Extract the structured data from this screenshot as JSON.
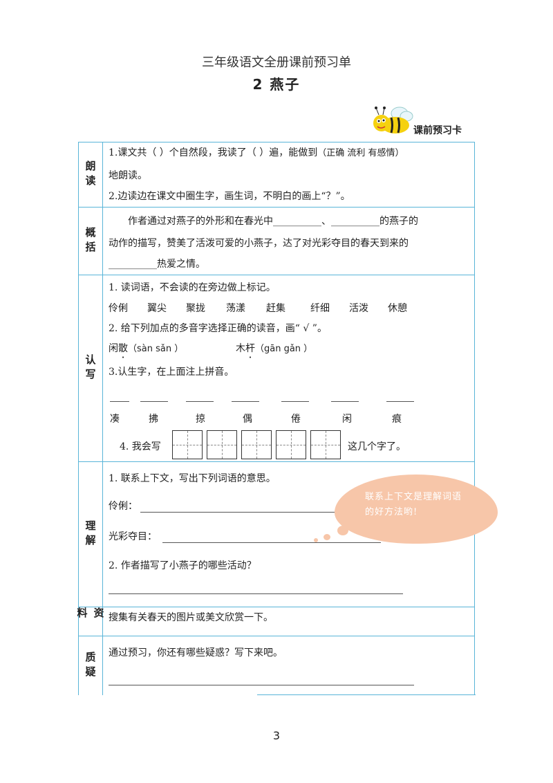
{
  "header": {
    "title": "三年级语文全册课前预习单",
    "subtitle": "2   燕子",
    "card_label": "课前预习卡"
  },
  "sections": {
    "read": {
      "heading": "朗读",
      "line1": "1.课文共（    ）个自然段，我读了（    ）遍，能做到",
      "line1_paren": "（正确 流利 有感情）",
      "line2": "地朗读。",
      "line3": "2.边读边在课文中圈生字，画生词，不明白的画上“？”。"
    },
    "summary": {
      "heading": "概括",
      "line1": "作者通过对燕子的外形和在春光中__________、__________的燕子的",
      "line2": "动作的描写，赞美了活泼可爱的小燕子，达了对光彩夺目的春天到来的",
      "line3": "__________热爱之情。"
    },
    "write": {
      "heading": "认写",
      "q1": "1. 读词语，不会读的在旁边做上标记。",
      "words": [
        "伶俐",
        "翼尖",
        "聚拢",
        "荡漾",
        "赶集",
        "纤细",
        "活泼",
        "休憩"
      ],
      "q2": "2. 给下列加点的多音字选择正确的读音，画“ √ ”。",
      "poly1_pre": "闲",
      "poly1_dot": "散",
      "poly1_post": "（sàn   sǎn ）",
      "poly2_pre": "木",
      "poly2_dot": "杆",
      "poly2_post": "（gān  gǎn ）",
      "q3": "3.认生字，在上面注上拼音。",
      "chars": [
        "凑",
        "拂",
        "掠",
        "偶",
        "倦",
        "闲",
        "痕"
      ],
      "q4_pre": "4. 我会写",
      "q4_post": "这几个字了。"
    },
    "understand": {
      "heading": "理解",
      "q1": "1. 联系上下文，写出下列词语的意思。",
      "term1": "伶俐：",
      "term2": "光彩夺目：",
      "q2": "2. 作者描写了小燕子的哪些活动？",
      "bubble": "联系上下文是理解词语的好方法哟!"
    },
    "material": {
      "heading": "资料",
      "text": "搜集有关春天的图片或美文欣赏一下。"
    },
    "question": {
      "heading": "质疑",
      "text": "通过预习，你还有哪些疑惑？写下来吧。"
    }
  },
  "footer": {
    "page_number": "3"
  },
  "colors": {
    "table_border": "#58b4d8",
    "bubble": "#f7c6a9",
    "bee_yellow": "#f5d10f"
  }
}
